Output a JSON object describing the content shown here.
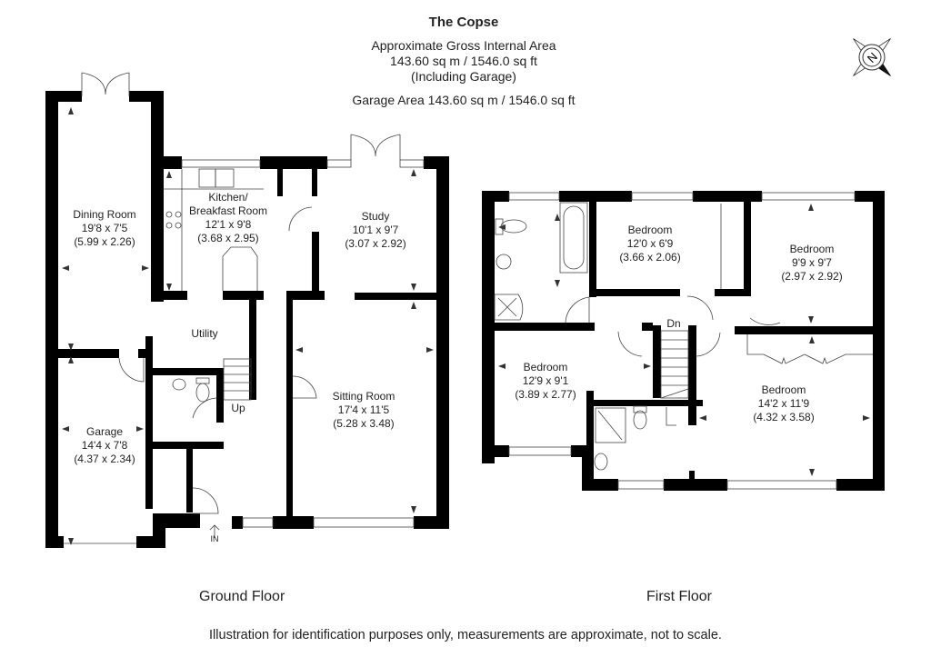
{
  "header": {
    "title": "The Copse",
    "line1": "Approximate Gross Internal Area",
    "line2": "143.60 sq m / 1546.0 sq ft",
    "line3": "(Including Garage)",
    "line4": "Garage Area 143.60 sq m / 1546.0 sq ft"
  },
  "compass": {
    "icon": "compass-north-icon",
    "letter": "N"
  },
  "ground_floor": {
    "label": "Ground Floor",
    "rooms": [
      {
        "name": "Dining Room",
        "imperial": "19'8 x 7'5",
        "metric": "(5.99 x 2.26)"
      },
      {
        "name": "Kitchen/",
        "name2": "Breakfast Room",
        "imperial": "12'1 x 9'8",
        "metric": "(3.68 x 2.95)"
      },
      {
        "name": "Study",
        "imperial": "10'1 x 9'7",
        "metric": "(3.07 x 2.92)"
      },
      {
        "name": "Utility"
      },
      {
        "name": "Sitting Room",
        "imperial": "17'4 x 11'5",
        "metric": "(5.28 x 3.48)"
      },
      {
        "name": "Garage",
        "imperial": "14'4 x 7'8",
        "metric": "(4.37 x 2.34)"
      }
    ],
    "stairs_label": "Up",
    "entrance_label": "IN"
  },
  "first_floor": {
    "label": "First Floor",
    "rooms": [
      {
        "name": "Bedroom",
        "imperial": "12'0 x 6'9",
        "metric": "(3.66 x 2.06)"
      },
      {
        "name": "Bedroom",
        "imperial": "9'9 x 9'7",
        "metric": "(2.97 x 2.92)"
      },
      {
        "name": "Bedroom",
        "imperial": "12'9 x 9'1",
        "metric": "(3.89 x 2.77)"
      },
      {
        "name": "Bedroom",
        "imperial": "14'2 x 11'9",
        "metric": "(4.32 x 3.58)"
      }
    ],
    "stairs_label": "Dn"
  },
  "footer": "Illustration for identification purposes only, measurements are approximate, not to scale."
}
